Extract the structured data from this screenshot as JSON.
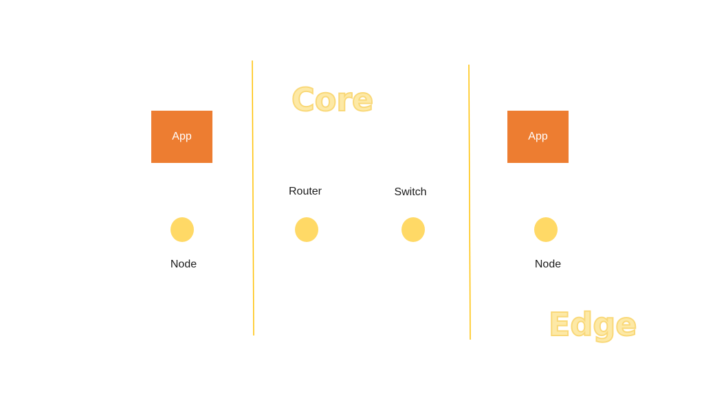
{
  "colors": {
    "app_fill": "#ED7D31",
    "app_text": "#FFFFFF",
    "node_fill": "#FFD966",
    "divider": "#FFC000",
    "zone_title_fill": "#FDE9A6",
    "zone_title_stroke": "#F9D878",
    "label_text": "#1A1A1A"
  },
  "zones": {
    "core_title": "Core",
    "edge_title": "Edge"
  },
  "left": {
    "app_label": "App",
    "node_label": "Node"
  },
  "core": {
    "router_label": "Router",
    "switch_label": "Switch"
  },
  "right": {
    "app_label": "App",
    "node_label": "Node"
  }
}
